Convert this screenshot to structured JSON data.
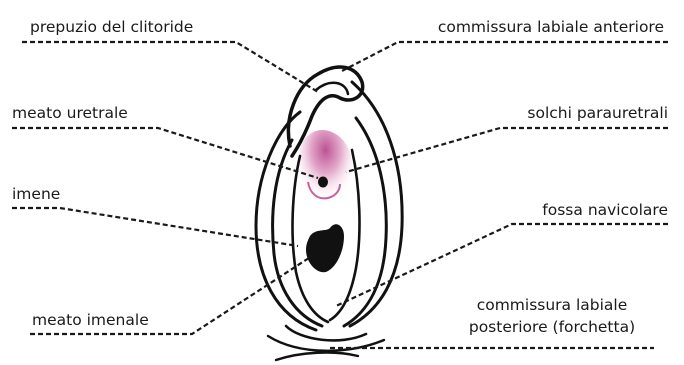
{
  "labels": {
    "prepuzio": "prepuzio del clitoride",
    "commissura_anteriore": "commissura labiale anteriore",
    "meato_uretrale": "meato uretrale",
    "solchi": "solchi parauretrali",
    "imene": "imene",
    "fossa": "fossa navicolare",
    "meato_imenale": "meato imenale",
    "commissura_posteriore_1": "commissura labiale",
    "commissura_posteriore_2": "posteriore (forchetta)"
  },
  "colors": {
    "ink": "#1a1a1a",
    "vestibule_pink": "#c8609e",
    "vestibule_light": "#f1d2e4"
  }
}
